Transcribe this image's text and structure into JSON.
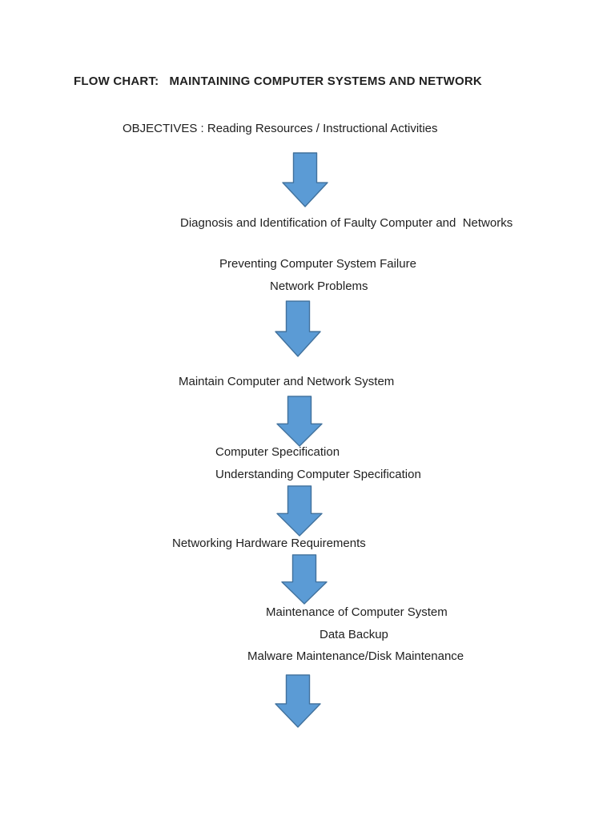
{
  "page": {
    "title": "FLOW CHART:   MAINTAINING COMPUTER SYSTEMS AND NETWORK",
    "objectives_line": "OBJECTIVES : Reading Resources / Instructional Activities"
  },
  "flow": {
    "lines": [
      {
        "text": "Diagnosis and Identification of Faulty Computer and  Networks"
      },
      {
        "text": "Preventing Computer System Failure"
      },
      {
        "text": "Network Problems"
      },
      {
        "text": "Maintain Computer and Network System"
      },
      {
        "text": "Computer Specification"
      },
      {
        "text": "Understanding Computer Specification"
      },
      {
        "text": "Networking Hardware Requirements"
      },
      {
        "text": "Maintenance of Computer System"
      },
      {
        "text": "Data Backup"
      },
      {
        "text": "Malware Maintenance/Disk Maintenance"
      }
    ],
    "arrow_count": 6
  },
  "icons": {
    "down_arrow": "down-arrow-icon"
  },
  "colors": {
    "arrow_fill": "#5b9bd5",
    "arrow_stroke": "#41719c",
    "text": "#212121",
    "page_bg": "#ffffff"
  }
}
